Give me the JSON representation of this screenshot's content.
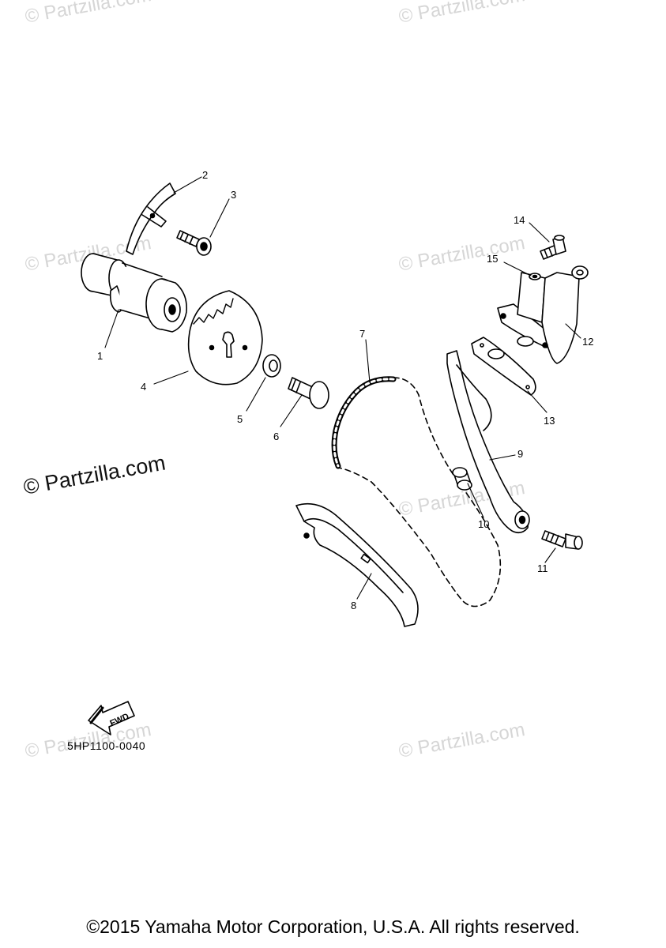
{
  "watermark": "© Partzilla.com",
  "diagram_code": "5HP1100-0040",
  "arrow_label": "FWD",
  "copyright": "©2015 Yamaha Motor Corporation, U.S.A. All rights reserved.",
  "callouts": [
    "1",
    "2",
    "3",
    "4",
    "5",
    "6",
    "7",
    "8",
    "9",
    "10",
    "11",
    "12",
    "13",
    "14",
    "15"
  ]
}
